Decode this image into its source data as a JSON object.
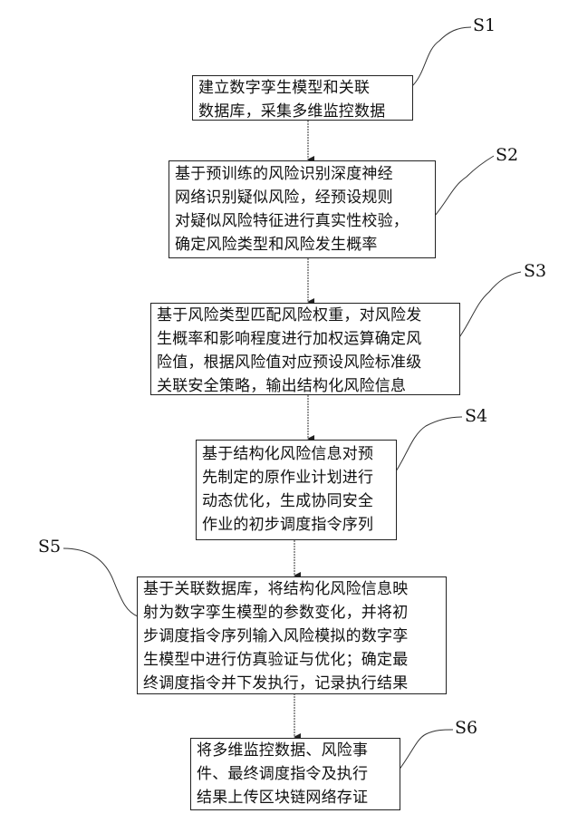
{
  "flowchart": {
    "steps": [
      {
        "label": "S1",
        "lines": [
          "建立数字孪生模型和关联",
          "数据库，采集多维监控数据"
        ]
      },
      {
        "label": "S2",
        "lines": [
          "基于预训练的风险识别深度神经",
          "网络识别疑似风险，经预设规则",
          "对疑似风险特征进行真实性校验，",
          "确定风险类型和风险发生概率"
        ]
      },
      {
        "label": "S3",
        "lines": [
          "基于风险类型匹配风险权重，对风险发",
          "生概率和影响程度进行加权运算确定风",
          "险值，根据风险值对应预设风险标准级",
          "关联安全策略，输出结构化风险信息"
        ]
      },
      {
        "label": "S4",
        "lines": [
          "基于结构化风险信息对预",
          "先制定的原作业计划进行",
          "动态优化，生成协同安全",
          "作业的初步调度指令序列"
        ]
      },
      {
        "label": "S5",
        "lines": [
          "基于关联数据库，将结构化风险信息映",
          "射为数字孪生模型的参数变化，并将初",
          "步调度指令序列输入风险模拟的数字孪",
          "生模型中进行仿真验证与优化；确定最",
          "终调度指令并下发执行，记录执行结果"
        ]
      },
      {
        "label": "S6",
        "lines": [
          "将多维监控数据、风险事",
          "件、最终调度指令及执行",
          "结果上传区块链网络存证"
        ]
      }
    ]
  }
}
